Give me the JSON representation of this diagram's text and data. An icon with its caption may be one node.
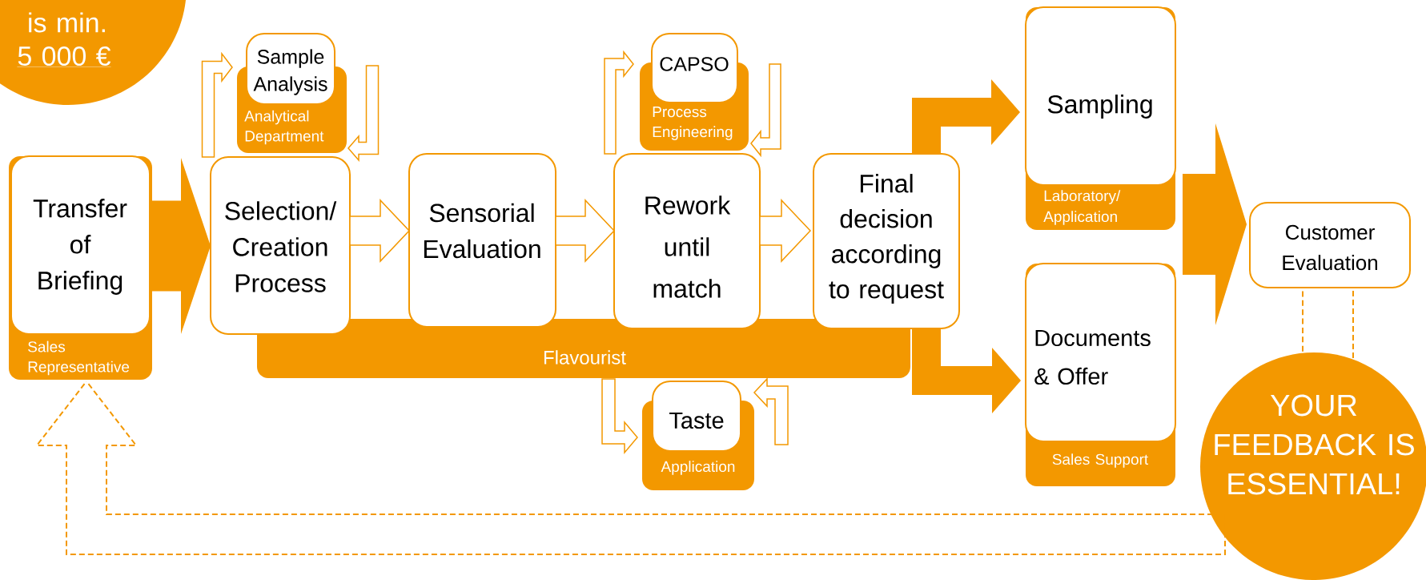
{
  "diagram": {
    "nodes": [
      {
        "text": [
          "is min.",
          "5 000 €"
        ]
      },
      {
        "text": [
          "Sales Representative"
        ]
      },
      {
        "text": [
          "Transfer of Briefing"
        ],
        "in": 1
      },
      {
        "text": [
          "Analytical Department"
        ]
      },
      {
        "text": [
          "Sample Analysis"
        ]
      },
      {
        "text": [
          "Selection/ Creation Process"
        ]
      },
      {
        "text": [
          "Sensorial Evaluation"
        ]
      },
      {
        "text": [
          "Process Engineering"
        ]
      },
      {
        "text": [
          "CAPSO"
        ]
      },
      {
        "text": [
          "Rework until match"
        ]
      },
      {
        "text": [
          "Final decision according to request"
        ]
      },
      {
        "text": [
          "Flavourist"
        ]
      },
      {
        "text": [
          "Application"
        ]
      },
      {
        "text": [
          "Taste"
        ]
      },
      {
        "text": [
          "Laboratory/ Application"
        ]
      },
      {
        "text": [
          "Sampling"
        ],
        "in": 14
      },
      {
        "text": [
          "Sales Support"
        ]
      },
      {
        "text": [
          "Documents & Offer"
        ],
        "in": 16
      },
      {
        "text": [
          "Customer Evaluation"
        ]
      },
      {
        "text": [
          "YOUR FEEDBACK IS ESSENTIAL!"
        ]
      }
    ],
    "edges": [
      {
        "from": 2,
        "to": 5,
        "arrow": "to",
        "style": "thick"
      },
      {
        "from": 5,
        "to": 4,
        "arrow": "to"
      },
      {
        "from": 4,
        "to": 5,
        "arrow": "to"
      },
      {
        "from": 5,
        "to": 6,
        "arrow": "to"
      },
      {
        "from": 6,
        "to": 9,
        "arrow": "to"
      },
      {
        "from": 9,
        "to": 8,
        "arrow": "to"
      },
      {
        "from": 8,
        "to": 9,
        "arrow": "to"
      },
      {
        "from": 9,
        "to": 10,
        "arrow": "to"
      },
      {
        "from": 11,
        "to": 13,
        "arrow": "to"
      },
      {
        "from": null,
        "to": 13,
        "arrow": "to"
      },
      {
        "from": 10,
        "to": 15,
        "arrow": "to",
        "style": "thick"
      },
      {
        "from": 10,
        "to": 17,
        "arrow": "to",
        "style": "thick"
      },
      {
        "from": 15,
        "to": 18,
        "arrow": "to",
        "style": "thick"
      },
      {
        "from": 17,
        "to": 18,
        "arrow": "to",
        "style": "thick"
      },
      {
        "from": 18,
        "to": 19,
        "arrow": "none",
        "style": "dashed"
      },
      {
        "from": 18,
        "to": 19,
        "arrow": "none",
        "style": "dashed"
      },
      {
        "from": 19,
        "to": 1,
        "arrow": "to",
        "style": "dashed"
      }
    ]
  }
}
